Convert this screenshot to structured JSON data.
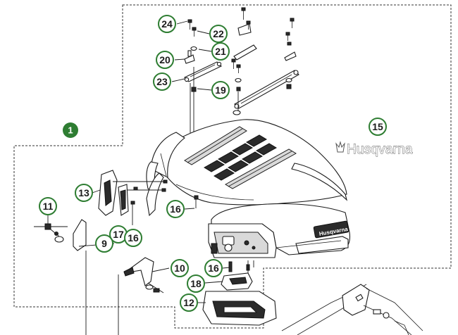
{
  "diagram": {
    "kit_label": "1",
    "brand_text": "Husqvarna",
    "part_numbers": [
      "24",
      "22",
      "21",
      "20",
      "23",
      "19",
      "15",
      "13",
      "11",
      "16",
      "17",
      "16",
      "9",
      "10",
      "16",
      "18",
      "12"
    ],
    "colors": {
      "callout_ring": "#2e7d32",
      "kit_fill": "#2e7d32",
      "line": "#1a1a1a"
    }
  }
}
